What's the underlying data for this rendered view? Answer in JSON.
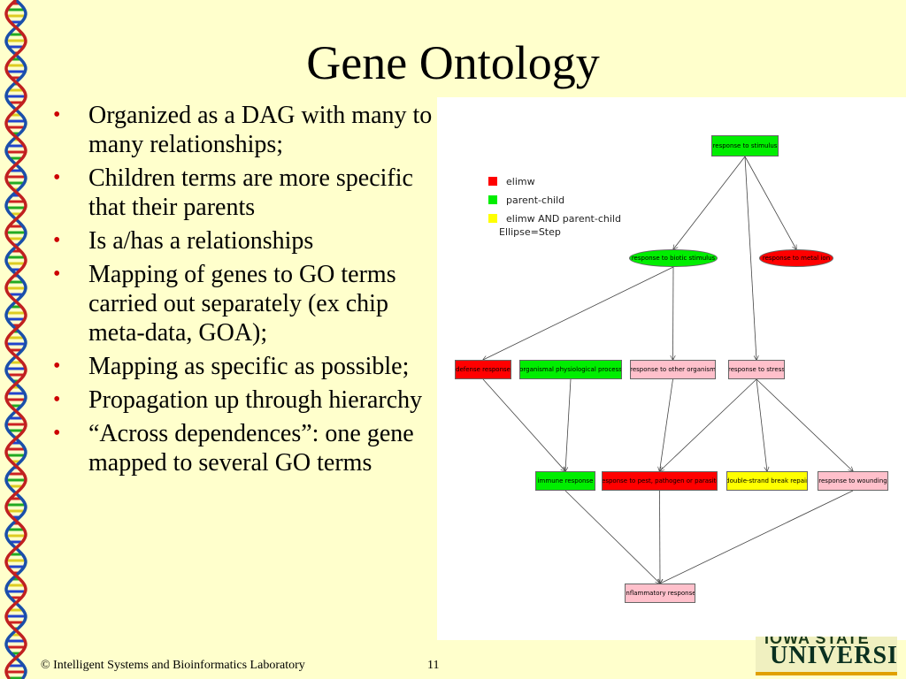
{
  "slide": {
    "title": "Gene Ontology",
    "bullets": [
      "Organized as a DAG with many to many relationships;",
      "Children terms are more specific that their parents",
      "Is a/has a relationships",
      "Mapping of genes to GO terms carried out separately (ex chip meta-data, GOA);",
      "Mapping as specific as possible;",
      "Propagation up through hierarchy",
      "“Across dependences”: one gene mapped to several GO terms"
    ],
    "footer": "© Intelligent Systems and Bioinformatics Laboratory",
    "page_number": "11",
    "logo_top": "IOWA STATE",
    "logo_main": "UNIVERSITY"
  },
  "legend": {
    "items": [
      {
        "label": "elimw",
        "color": "#ff0000"
      },
      {
        "label": "parent-child",
        "color": "#00ee00"
      },
      {
        "label": "elimw AND parent-child",
        "color": "#ffff00"
      }
    ],
    "note": "Ellipse=Step"
  },
  "graph": {
    "nodes": [
      {
        "id": "stimulus",
        "label": "response to stimulus",
        "color": "green",
        "shape": "box"
      },
      {
        "id": "biotic",
        "label": "response to biotic stimulus",
        "color": "green",
        "shape": "ellipse"
      },
      {
        "id": "metal",
        "label": "response to metal ion",
        "color": "red",
        "shape": "ellipse"
      },
      {
        "id": "defense",
        "label": "defense response",
        "color": "red",
        "shape": "box"
      },
      {
        "id": "organismal",
        "label": "organismal physiological process",
        "color": "green",
        "shape": "box"
      },
      {
        "id": "other",
        "label": "response to other organism",
        "color": "pink",
        "shape": "box"
      },
      {
        "id": "stress",
        "label": "response to stress",
        "color": "pink",
        "shape": "box"
      },
      {
        "id": "immune",
        "label": "immune response",
        "color": "green",
        "shape": "box"
      },
      {
        "id": "pest",
        "label": "response to pest, pathogen or parasite",
        "color": "red",
        "shape": "box"
      },
      {
        "id": "dsb",
        "label": "double-strand break repair",
        "color": "yellow",
        "shape": "box"
      },
      {
        "id": "wounding",
        "label": "response to wounding",
        "color": "pink",
        "shape": "box"
      },
      {
        "id": "inflammatory",
        "label": "inflammatory response",
        "color": "pink",
        "shape": "box"
      }
    ],
    "edges": [
      [
        "stimulus",
        "biotic"
      ],
      [
        "stimulus",
        "metal"
      ],
      [
        "stimulus",
        "stress"
      ],
      [
        "biotic",
        "defense"
      ],
      [
        "biotic",
        "other"
      ],
      [
        "defense",
        "immune"
      ],
      [
        "organismal",
        "immune"
      ],
      [
        "other",
        "pest"
      ],
      [
        "stress",
        "pest"
      ],
      [
        "stress",
        "dsb"
      ],
      [
        "stress",
        "wounding"
      ],
      [
        "immune",
        "inflammatory"
      ],
      [
        "pest",
        "inflammatory"
      ],
      [
        "wounding",
        "inflammatory"
      ]
    ]
  }
}
